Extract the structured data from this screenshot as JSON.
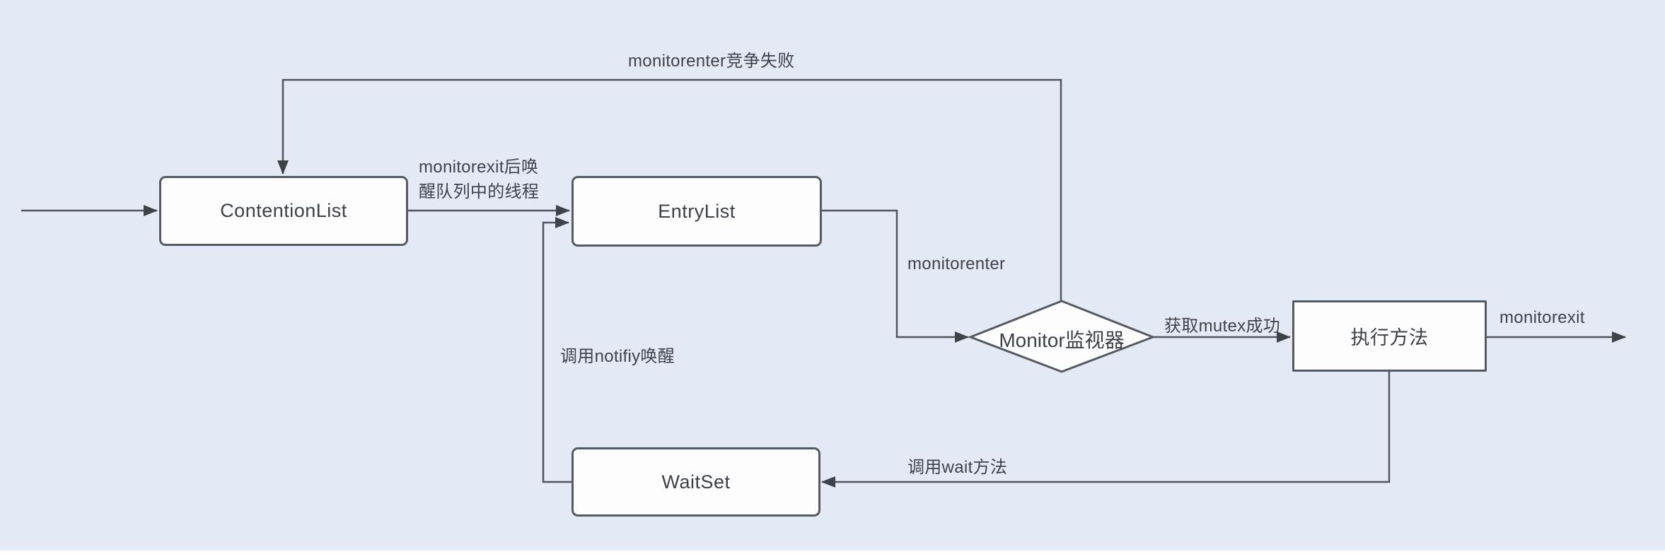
{
  "colors": {
    "background": "#e4eaf5",
    "line": "#50545c",
    "text": "#3c4047",
    "node_fill": "#fdfdfe"
  },
  "nodes": {
    "contentionlist": {
      "label": "ContentionList"
    },
    "entrylist": {
      "label": "EntryList"
    },
    "monitor": {
      "label": "Monitor监视器"
    },
    "exec": {
      "label": "执行方法"
    },
    "waitset": {
      "label": "WaitSet"
    }
  },
  "edges": {
    "enter_fail": {
      "label": "monitorenter竞争失败"
    },
    "wake_queue": {
      "label": "monitorexit后唤\n醒队列中的线程"
    },
    "monitorenter": {
      "label": "monitorenter"
    },
    "mutex_ok": {
      "label": "获取mutex成功"
    },
    "monitorexit": {
      "label": "monitorexit"
    },
    "notify": {
      "label": "调用notifiy唤醒"
    },
    "wait": {
      "label": "调用wait方法"
    }
  }
}
